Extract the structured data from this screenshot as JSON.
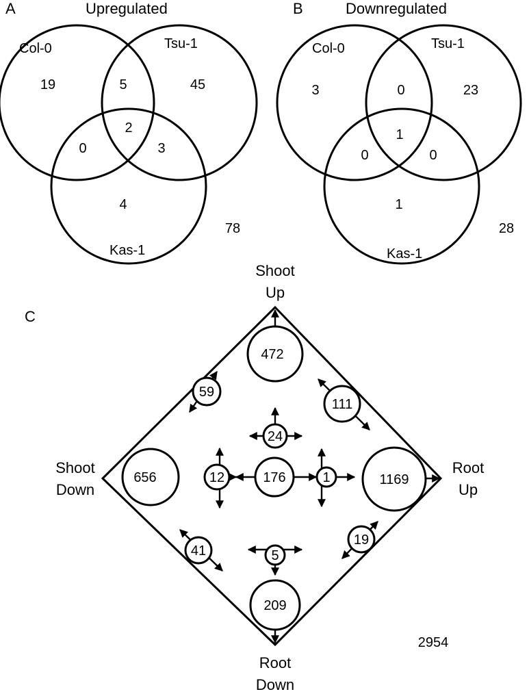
{
  "panel_a": {
    "letter": "A",
    "title": "Upregulated",
    "labels": {
      "set1": "Col-0",
      "set2": "Tsu-1",
      "set3": "Kas-1"
    },
    "counts": {
      "only1": "19",
      "only2": "45",
      "only3": "4",
      "s12": "5",
      "s13": "0",
      "s23": "3",
      "all": "2",
      "outside": "78"
    }
  },
  "panel_b": {
    "letter": "B",
    "title": "Downregulated",
    "labels": {
      "set1": "Col-0",
      "set2": "Tsu-1",
      "set3": "Kas-1"
    },
    "counts": {
      "only1": "3",
      "only2": "23",
      "only3": "1",
      "s12": "0",
      "s13": "0",
      "s23": "0",
      "all": "1",
      "outside": "28"
    }
  },
  "panel_c": {
    "letter": "C",
    "corners": {
      "top": [
        "Shoot",
        "Up"
      ],
      "left": [
        "Shoot",
        "Down"
      ],
      "right": [
        "Root",
        "Up"
      ],
      "bottom": [
        "Root",
        "Down"
      ]
    },
    "nodes": {
      "shoot_up": "472",
      "shoot_down": "656",
      "root_up": "1169",
      "root_down": "209",
      "center": "176",
      "shoot_up_shoot_down": "59",
      "shoot_up_root_up": "111",
      "shoot_down_root_down": "41",
      "root_up_root_down": "19",
      "top_inner": "24",
      "left_inner": "12",
      "right_inner": "1",
      "bottom_inner": "5"
    },
    "outside": "2954"
  }
}
